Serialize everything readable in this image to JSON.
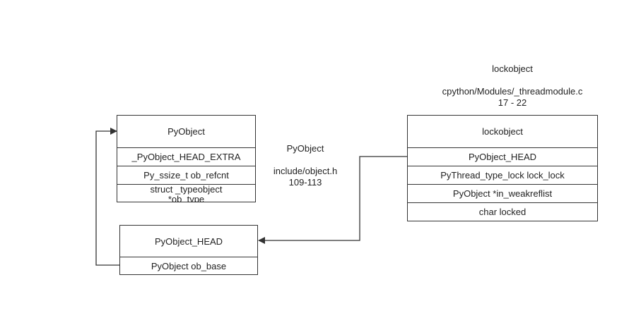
{
  "pyobject_struct": {
    "title": "PyObject",
    "fields": [
      "_PyObject_HEAD_EXTRA",
      "Py_ssize_t ob_refcnt",
      "struct _typeobject *ob_type"
    ]
  },
  "pyobject_head_struct": {
    "title": "PyObject_HEAD",
    "fields": [
      "PyObject ob_base"
    ]
  },
  "lockobject_struct": {
    "title": "lockobject",
    "fields": [
      "PyObject_HEAD",
      "PyThread_type_lock lock_lock",
      "PyObject *in_weakreflist",
      "char locked"
    ]
  },
  "pyobject_note": {
    "name": "PyObject",
    "file": "include/object.h",
    "lines": "109-113"
  },
  "lockobject_note": {
    "name": "lockobject",
    "file": "cpython/Modules/_threadmodule.c",
    "lines": "17 - 22"
  },
  "colors": {
    "line": "#333333",
    "text": "#222222",
    "background": "#ffffff"
  }
}
